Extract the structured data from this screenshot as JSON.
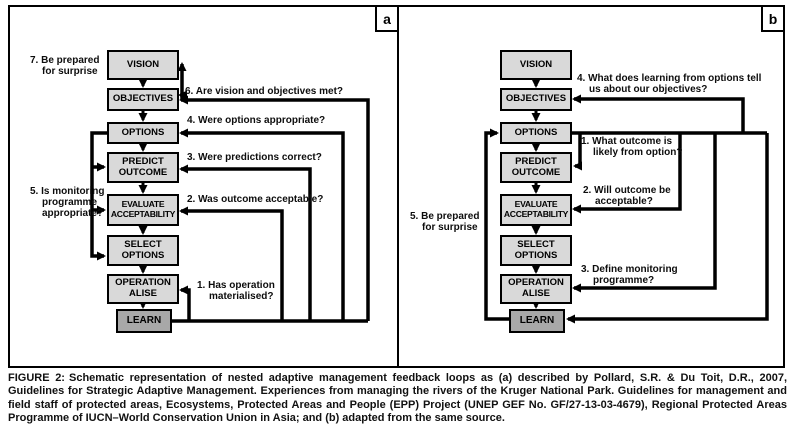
{
  "figure": {
    "panel_a": {
      "label": "a",
      "boxes": [
        "VISION",
        "OBJECTIVES",
        "OPTIONS",
        "PREDICT OUTCOME",
        "EVALUATE ACCEPTABILITY",
        "SELECT OPTIONS",
        "OPERATION ALISE",
        "LEARN"
      ],
      "annotations": {
        "q7": "7. Be prepared\nfor surprise",
        "q6": "6. Are vision and objectives met?",
        "q5": "5. Is monitoring\nprogramme\nappropriate?",
        "q4": "4. Were options appropriate?",
        "q3": "3. Were predictions correct?",
        "q2": "2. Was outcome acceptable?",
        "q1": "1. Has operation\nmaterialised?"
      }
    },
    "panel_b": {
      "label": "b",
      "boxes": [
        "VISION",
        "OBJECTIVES",
        "OPTIONS",
        "PREDICT OUTCOME",
        "EVALUATE ACCEPTABILITY",
        "SELECT OPTIONS",
        "OPERATION ALISE",
        "LEARN"
      ],
      "annotations": {
        "q4": "4. What does learning from options tell\nus about our objectives?",
        "q1": "1. What outcome is\nlikely from option?",
        "q2": "2. Will outcome be\nacceptable?",
        "q3": "3. Define monitoring\nprogramme?",
        "q5": "5. Be prepared\nfor surprise"
      }
    },
    "caption": {
      "label": "FIGURE 2:",
      "text": "Schematic representation of nested adaptive management feedback loops as (a) described by Pollard, S.R. & Du Toit, D.R., 2007, Guidelines for Strategic Adaptive Management. Experiences from managing the rivers of the Kruger National Park. Guidelines for management and field staff of protected areas, Ecosystems, Protected Areas and People (EPP) Project (UNEP GEF No. GF/27-13-03-4679), Regional Protected Areas Programme of IUCN–World Conservation Union in Asia; and (b) adapted from the same source."
    },
    "colors": {
      "box_fill": "#d9d9d9",
      "learn_fill": "#a8a8a8",
      "line": "#000000",
      "background": "#ffffff"
    }
  }
}
